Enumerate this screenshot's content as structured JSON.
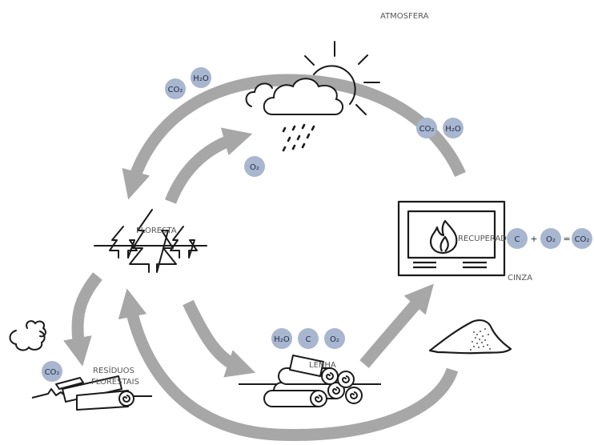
{
  "colors": {
    "arrow": "#a7a7a7",
    "bubble": "#a8b6cf",
    "icon": "#1a1a1a",
    "text": "#555555",
    "bubble_text": "#1f2a44"
  },
  "labels": {
    "atmosfera": "ATMOSFERA",
    "floresta": "FLORESTA",
    "recuperador": "RECUPERADOR",
    "cinza": "CINZA",
    "lenha": "LENHA",
    "residuos_1": "RESÍDUOS",
    "residuos_2": "FLORESTAIS"
  },
  "molecules": {
    "top_left_co2": "CO₂",
    "top_left_h2o": "H₂O",
    "top_right_co2": "CO₂",
    "top_right_h2o": "H₂O",
    "center_o2": "O₂",
    "waste_co2": "CO₂",
    "lenha_h2o": "H₂O",
    "lenha_c": "C",
    "lenha_o2": "O₂"
  },
  "equation": {
    "c": "C",
    "plus": "+",
    "o2": "O₂",
    "equals": "=",
    "co2": "CO₂"
  },
  "icons": [
    "sun-cloud-rain-icon",
    "forest-icon",
    "fireplace-icon",
    "ash-pile-icon",
    "firewood-icon",
    "forest-waste-icon",
    "smoke-icon"
  ]
}
